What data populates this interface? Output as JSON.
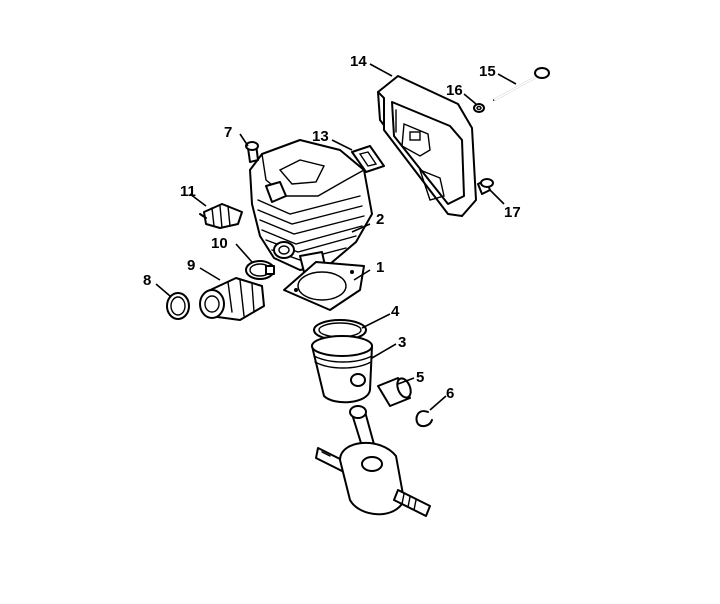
{
  "diagram": {
    "callouts": [
      {
        "id": "1",
        "label": "1"
      },
      {
        "id": "2",
        "label": "2"
      },
      {
        "id": "3",
        "label": "3"
      },
      {
        "id": "4",
        "label": "4"
      },
      {
        "id": "5",
        "label": "5"
      },
      {
        "id": "6",
        "label": "6"
      },
      {
        "id": "7",
        "label": "7"
      },
      {
        "id": "8",
        "label": "8"
      },
      {
        "id": "9",
        "label": "9"
      },
      {
        "id": "10",
        "label": "10"
      },
      {
        "id": "11",
        "label": "11"
      },
      {
        "id": "13",
        "label": "13"
      },
      {
        "id": "14",
        "label": "14"
      },
      {
        "id": "15",
        "label": "15"
      },
      {
        "id": "16",
        "label": "16"
      },
      {
        "id": "17",
        "label": "17"
      }
    ]
  }
}
